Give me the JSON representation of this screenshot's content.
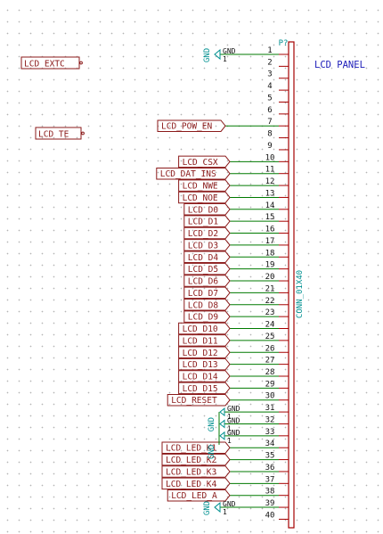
{
  "title": "LCD PANEL",
  "ref": "P?",
  "part": "CONN_01X40",
  "gnd_label": "GND",
  "gnd_short": "GND",
  "colors": {
    "label": "#8b1a1a",
    "wire": "#007a00",
    "pin": "#a50000",
    "text": "#1b1bb8",
    "gnd": "#009090",
    "num": "#111111"
  },
  "pins": [
    "1",
    "2",
    "3",
    "4",
    "5",
    "6",
    "7",
    "8",
    "9",
    "10",
    "11",
    "12",
    "13",
    "14",
    "15",
    "16",
    "17",
    "18",
    "19",
    "20",
    "21",
    "22",
    "23",
    "24",
    "25",
    "26",
    "27",
    "28",
    "29",
    "30",
    "31",
    "32",
    "33",
    "34",
    "35",
    "36",
    "37",
    "38",
    "39",
    "40"
  ],
  "left_labels": [
    {
      "text": "LCD_EXTC",
      "row": 0
    },
    {
      "text": "LCD_TE",
      "row": 1
    }
  ],
  "nets": [
    {
      "pin": "7",
      "text": "LCD_POW_EN"
    },
    {
      "pin": "10",
      "text": "LCD_CSX"
    },
    {
      "pin": "11",
      "text": "LCD_DAT_INS"
    },
    {
      "pin": "12",
      "text": "LCD_NWE"
    },
    {
      "pin": "13",
      "text": "LCD_NOE"
    },
    {
      "pin": "14",
      "text": "LCD_D0"
    },
    {
      "pin": "15",
      "text": "LCD_D1"
    },
    {
      "pin": "16",
      "text": "LCD_D2"
    },
    {
      "pin": "17",
      "text": "LCD_D3"
    },
    {
      "pin": "18",
      "text": "LCD_D4"
    },
    {
      "pin": "19",
      "text": "LCD_D5"
    },
    {
      "pin": "20",
      "text": "LCD_D6"
    },
    {
      "pin": "21",
      "text": "LCD_D7"
    },
    {
      "pin": "22",
      "text": "LCD_D8"
    },
    {
      "pin": "23",
      "text": "LCD_D9"
    },
    {
      "pin": "24",
      "text": "LCD_D10"
    },
    {
      "pin": "25",
      "text": "LCD_D11"
    },
    {
      "pin": "26",
      "text": "LCD_D12"
    },
    {
      "pin": "27",
      "text": "LCD_D13"
    },
    {
      "pin": "28",
      "text": "LCD_D14"
    },
    {
      "pin": "29",
      "text": "LCD_D15"
    },
    {
      "pin": "30",
      "text": "LCD_RESET"
    },
    {
      "pin": "34",
      "text": "LCD_LED_K1"
    },
    {
      "pin": "35",
      "text": "LCD_LED_K2"
    },
    {
      "pin": "36",
      "text": "LCD_LED_K3"
    },
    {
      "pin": "37",
      "text": "LCD_LED_K4"
    },
    {
      "pin": "38",
      "text": "LCD_LED_A"
    }
  ],
  "gnd_pins": [
    "1",
    "31",
    "32",
    "33",
    "39"
  ],
  "gnd_vertical_pins": [
    "1",
    "39"
  ],
  "gnd_group": [
    "31",
    "32",
    "33"
  ]
}
